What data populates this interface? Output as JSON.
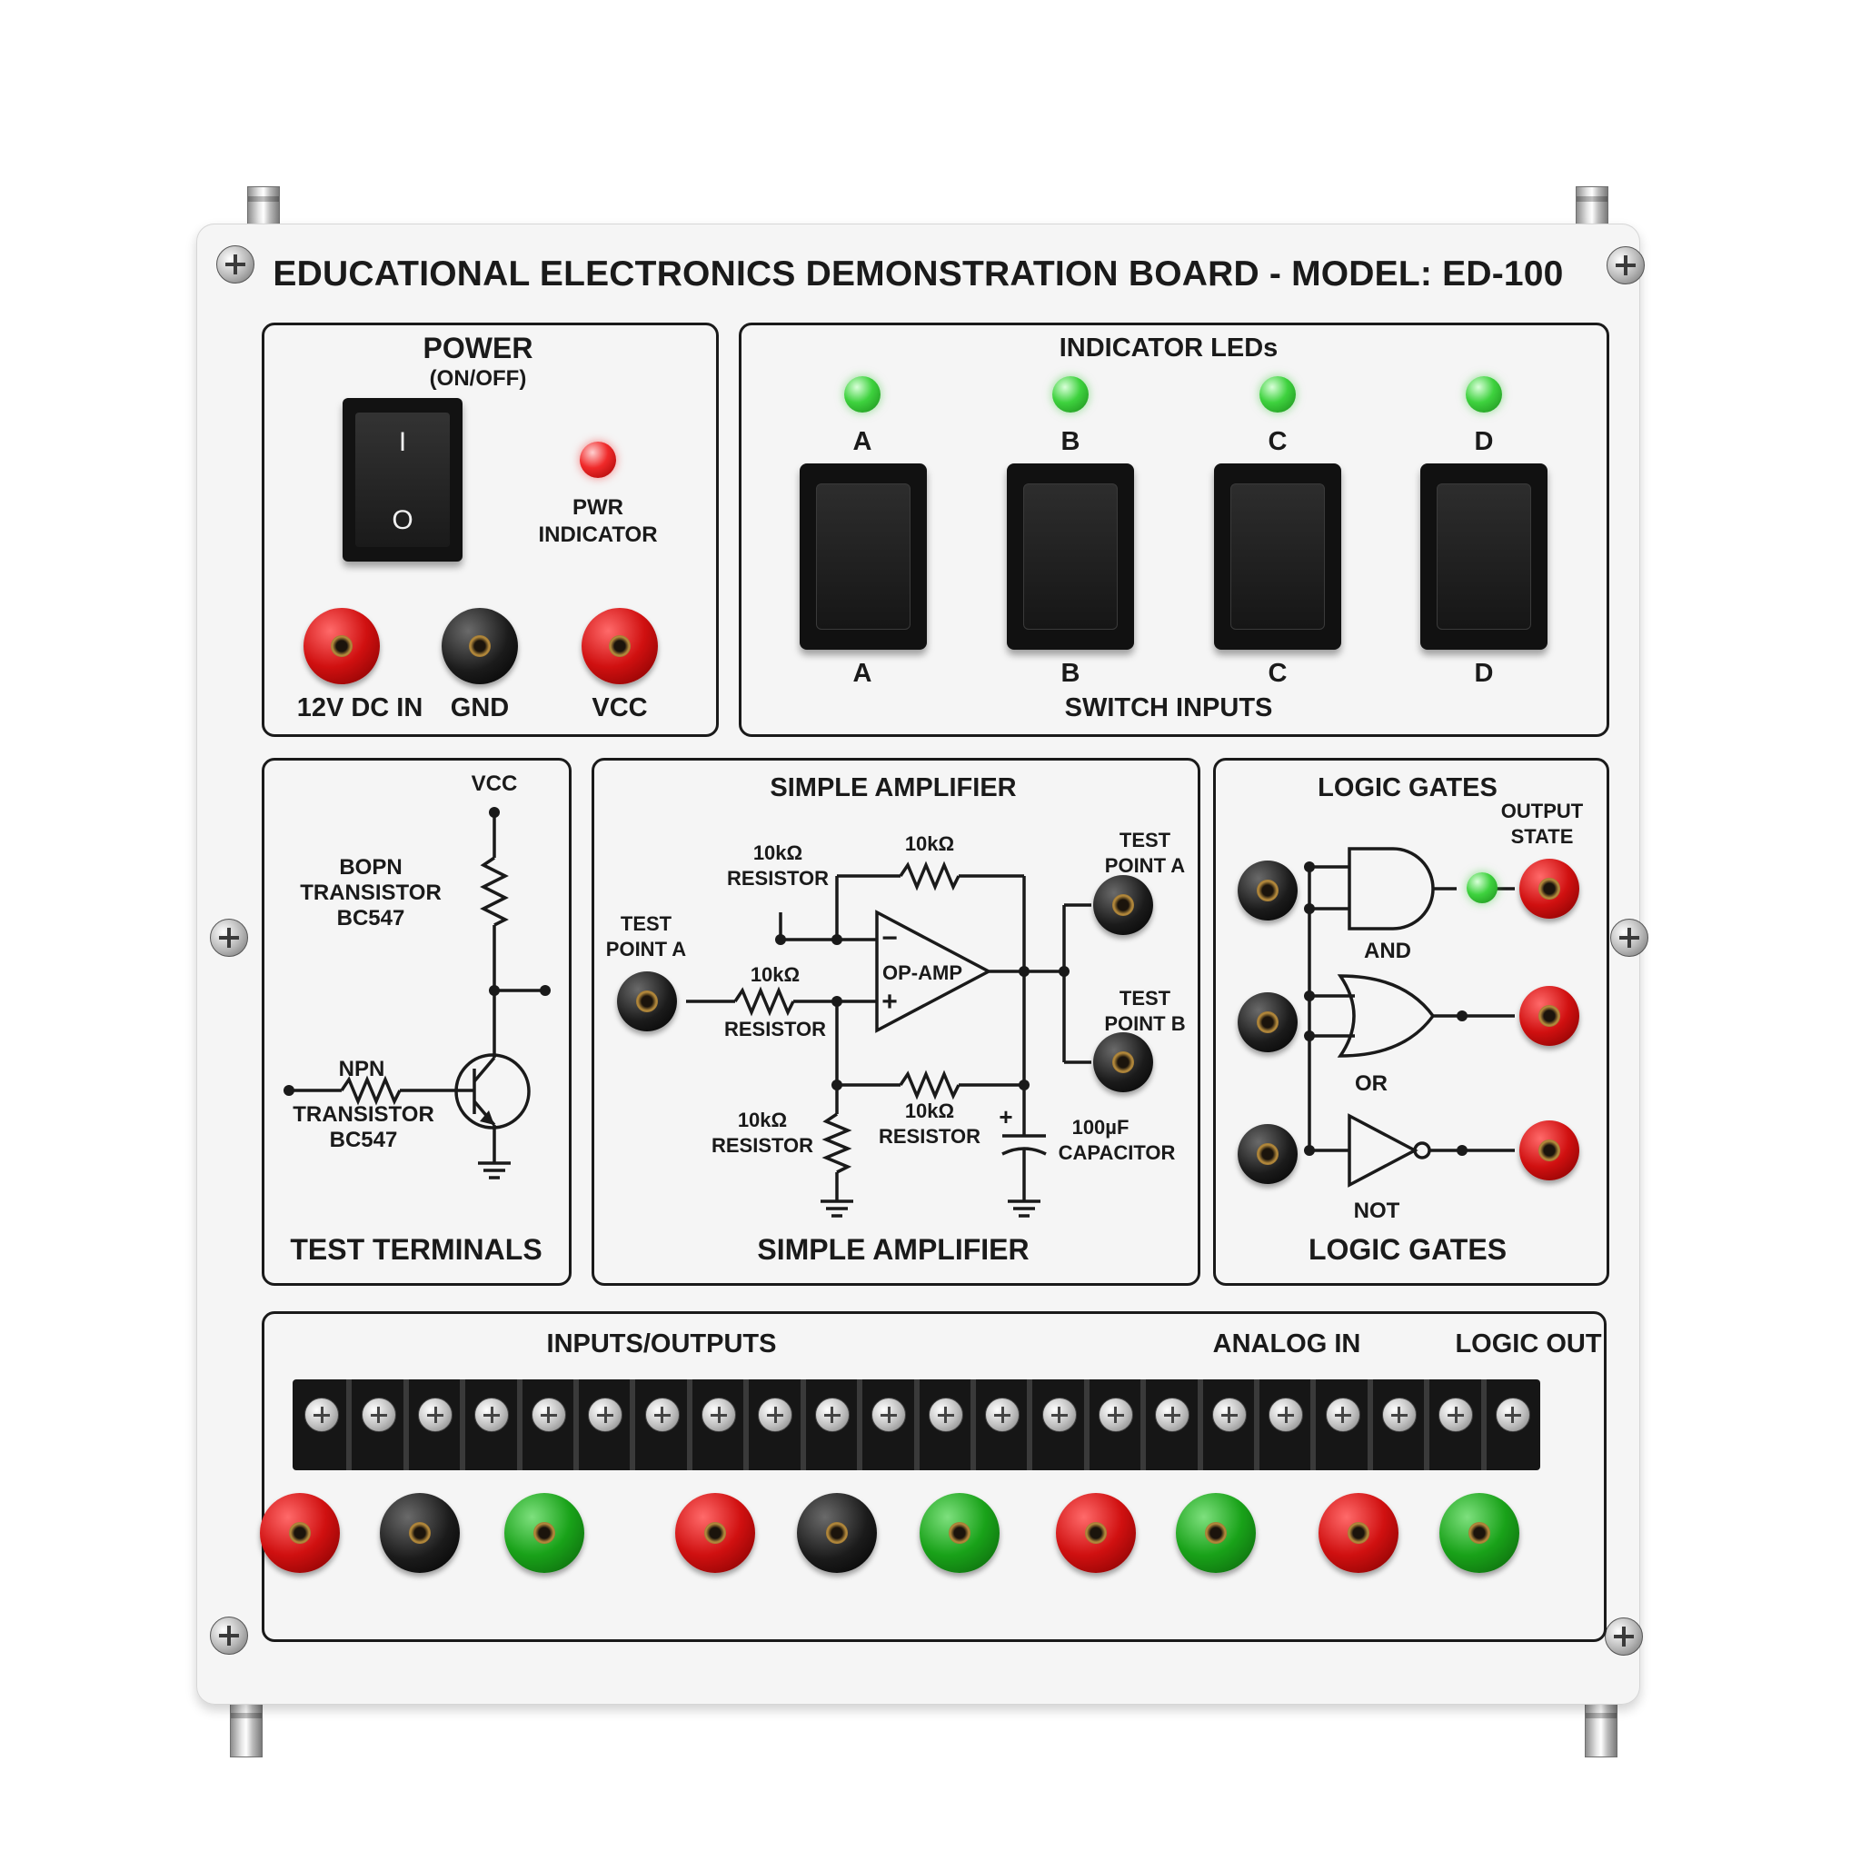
{
  "board": {
    "title": "EDUCATIONAL ELECTRONICS DEMONSTRATION BOARD - MODEL: ED-100"
  },
  "power": {
    "label": "POWER",
    "sublabel": "(ON/OFF)",
    "switch_on_glyph": "I",
    "switch_off_glyph": "O",
    "pwr_indicator_label_1": "PWR",
    "pwr_indicator_label_2": "INDICATOR",
    "jack_12v_label": "12V DC IN",
    "jack_gnd_label": "GND",
    "jack_vcc_label": "VCC"
  },
  "indicators": {
    "title": "INDICATOR LEDs",
    "leds": [
      "A",
      "B",
      "C",
      "D"
    ],
    "switches": [
      "A",
      "B",
      "C",
      "D"
    ],
    "switch_title": "SWITCH INPUTS"
  },
  "test_terminals": {
    "vcc": "VCC",
    "bopn_1": "BOPN",
    "bopn_2": "TRANSISTOR",
    "bopn_3": "BC547",
    "npn_1": "NPN",
    "npn_2": "TRANSISTOR",
    "npn_3": "BC547",
    "title": "TEST TERMINALS"
  },
  "amplifier": {
    "title": "SIMPLE AMPLIFIER",
    "bottom_title": "SIMPLE AMPLIFIER",
    "r_top": "10kΩ",
    "r_left_1": "10kΩ",
    "r_left_2": "RESISTOR",
    "test_a_left_1": "TEST",
    "test_a_left_2": "POINT A",
    "r_in_1": "10kΩ",
    "r_in_2": "RESISTOR",
    "opamp": "OP-AMP",
    "minus": "−",
    "plus": "+",
    "test_a_right_1": "TEST",
    "test_a_right_2": "POINT A",
    "test_b_1": "TEST",
    "test_b_2": "POINT B",
    "r_ground_1": "10kΩ",
    "r_ground_2": "RESISTOR",
    "r_bottom_1": "10kΩ",
    "r_bottom_2": "RESISTOR",
    "cap_plus": "+",
    "cap_1": "100µF",
    "cap_2": "CAPACITOR"
  },
  "logic": {
    "title": "LOGIC GATES",
    "bottom_title": "LOGIC GATES",
    "output_1": "OUTPUT",
    "output_2": "STATE",
    "and": "AND",
    "or": "OR",
    "not": "NOT"
  },
  "io": {
    "inputs_outputs": "INPUTS/OUTPUTS",
    "analog_in": "ANALOG IN",
    "logic_out": "LOGIC OUT",
    "terminal_count": 22,
    "jack_colors": [
      "red",
      "black",
      "green",
      "red",
      "black",
      "green",
      "red",
      "green",
      "red",
      "green"
    ]
  },
  "colors": {
    "panel_bg": "#f5f5f5",
    "line": "#1a1a1a",
    "jack_red": "#d01010",
    "jack_black": "#1b1b1b",
    "jack_green": "#19a219",
    "led_green": "#3ed23e",
    "led_red": "#f02a2a"
  }
}
